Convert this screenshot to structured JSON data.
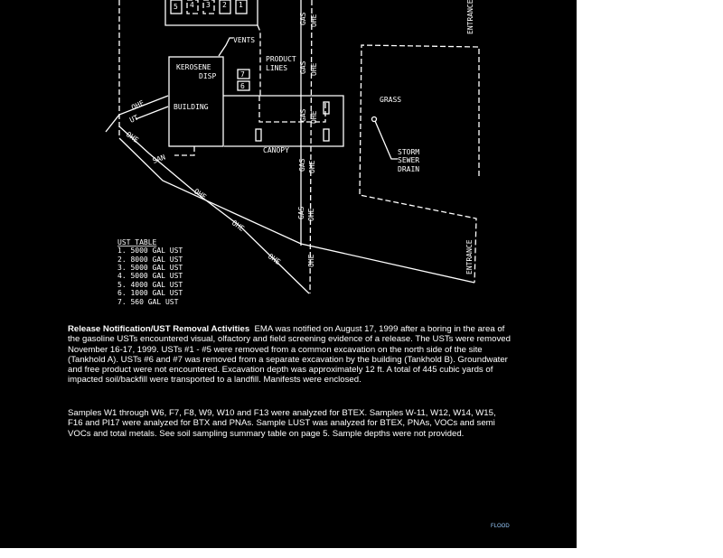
{
  "site_map": {
    "tank_numbers": [
      "5",
      "4",
      "3",
      "2",
      "1"
    ],
    "vents": "VENTS",
    "kerosene": "KEROSENE",
    "disp": "DISP",
    "building": "BUILDING",
    "pump_labels": [
      "7",
      "6"
    ],
    "product": "PRODUCT",
    "lines": "LINES",
    "canopy": "CANOPY",
    "gas": "GAS",
    "ohe": "OHE",
    "grass": "GRASS",
    "storm": "STORM",
    "sewer": "SEWER",
    "drain": "DRAIN",
    "entrance": "ENTRANCE",
    "san": "SAN",
    "ut": "UT",
    "ust_table": {
      "title": "UST TABLE",
      "rows": [
        "1. 5000 GAL UST",
        "2. 8000 GAL UST",
        "3. 5000 GAL UST",
        "4. 5000 GAL UST",
        "5. 4000 GAL UST",
        "6. 1000 GAL UST",
        "7. 560 GAL UST"
      ]
    }
  },
  "body": {
    "heading": "Release Notification/UST Removal Activities",
    "para1": "EMA was notified on August 17, 1999 after a boring in the area of the gasoline USTs encountered visual, olfactory and field screening evidence of a release. The USTs were removed November 16-17, 1999. USTs #1 - #5 were removed from a common excavation on the north side of the site (Tankhold A). USTs #6 and #7 was removed from a separate excavation by the building (Tankhold B). Groundwater and free product were not encountered. Excavation depth was approximately 12 ft. A total of 445 cubic yards of impacted soil/backfill were transported to a landfill. Manifests were enclosed.",
    "para2": "Samples W1 through W6, F7, F8, W9, W10 and F13 were analyzed for BTEX. Samples W-11, W12, W14, W15, F16 and PI17 were analyzed for BTX and PNAs. Sample LUST was analyzed for BTEX, PNAs, VOCs and semi VOCs and total metals. See soil sampling summary table on page 5. Sample depths were not provided."
  },
  "stamp": "FLOOD"
}
